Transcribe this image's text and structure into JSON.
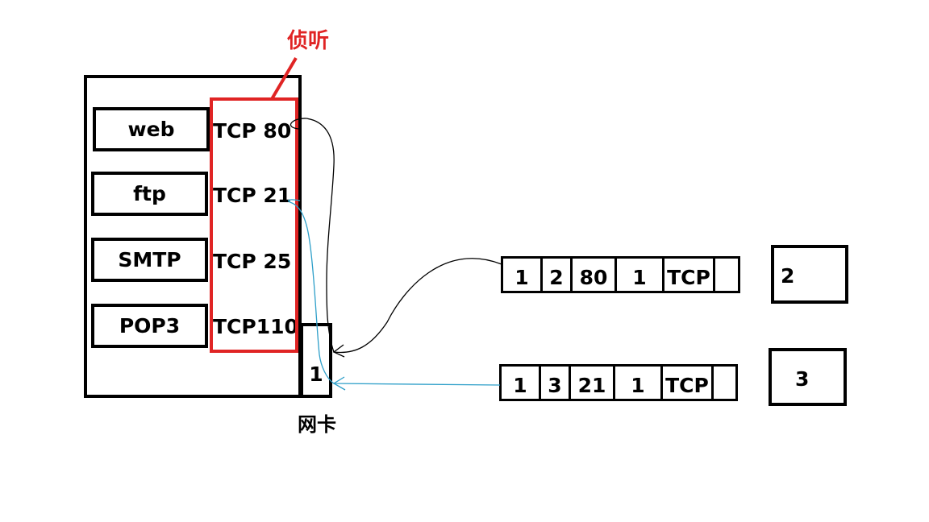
{
  "listen_label": "侦听",
  "nic_label": "网卡",
  "nic_number": "1",
  "services": [
    {
      "name": "web",
      "port": "TCP 80"
    },
    {
      "name": "ftp",
      "port": "TCP 21"
    },
    {
      "name": "SMTP",
      "port": "TCP 25"
    },
    {
      "name": "POP3",
      "port": "TCP110"
    }
  ],
  "packets": [
    {
      "fields": [
        "1",
        "2",
        "80",
        "1",
        "TCP",
        ""
      ],
      "host": "2"
    },
    {
      "fields": [
        "1",
        "3",
        "21",
        "1",
        "TCP",
        ""
      ],
      "host": "3"
    }
  ],
  "colors": {
    "highlight": "#e02424",
    "black_arrow": "#000000",
    "blue_arrow": "#2e9fc9"
  }
}
